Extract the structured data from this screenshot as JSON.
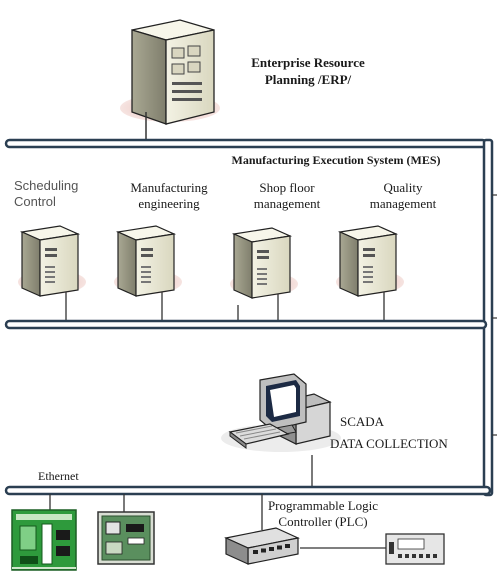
{
  "erp": {
    "label_line1": "Enterprise Resource",
    "label_line2": "Planning /ERP/",
    "icon": "server-tower-icon"
  },
  "mes": {
    "title": "Manufacturing Execution System (MES)",
    "modules": [
      {
        "line1": "Scheduling",
        "line2": "Control",
        "icon": "server-icon"
      },
      {
        "line1": "Manufacturing",
        "line2": "engineering",
        "icon": "server-icon"
      },
      {
        "line1": "Shop floor",
        "line2": "management",
        "icon": "server-icon"
      },
      {
        "line1": "Quality",
        "line2": "management",
        "icon": "server-icon"
      }
    ]
  },
  "scada": {
    "line1": "SCADA",
    "line2": "DATA COLLECTION",
    "icon": "workstation-icon"
  },
  "network": {
    "ethernet_label": "Ethernet"
  },
  "plc": {
    "line1": "Programmable Logic",
    "line2": "Controller (PLC)",
    "icons": [
      "green-circuit-board-icon",
      "circuit-board-icon",
      "network-switch-icon",
      "plc-module-icon"
    ]
  },
  "colors": {
    "bus_fill": "#ffffff",
    "bus_stroke": "#2b3f52",
    "server_body": "#ecebd7",
    "server_shadow": "#e9c9c6",
    "board_green": "#2e9a3c"
  }
}
